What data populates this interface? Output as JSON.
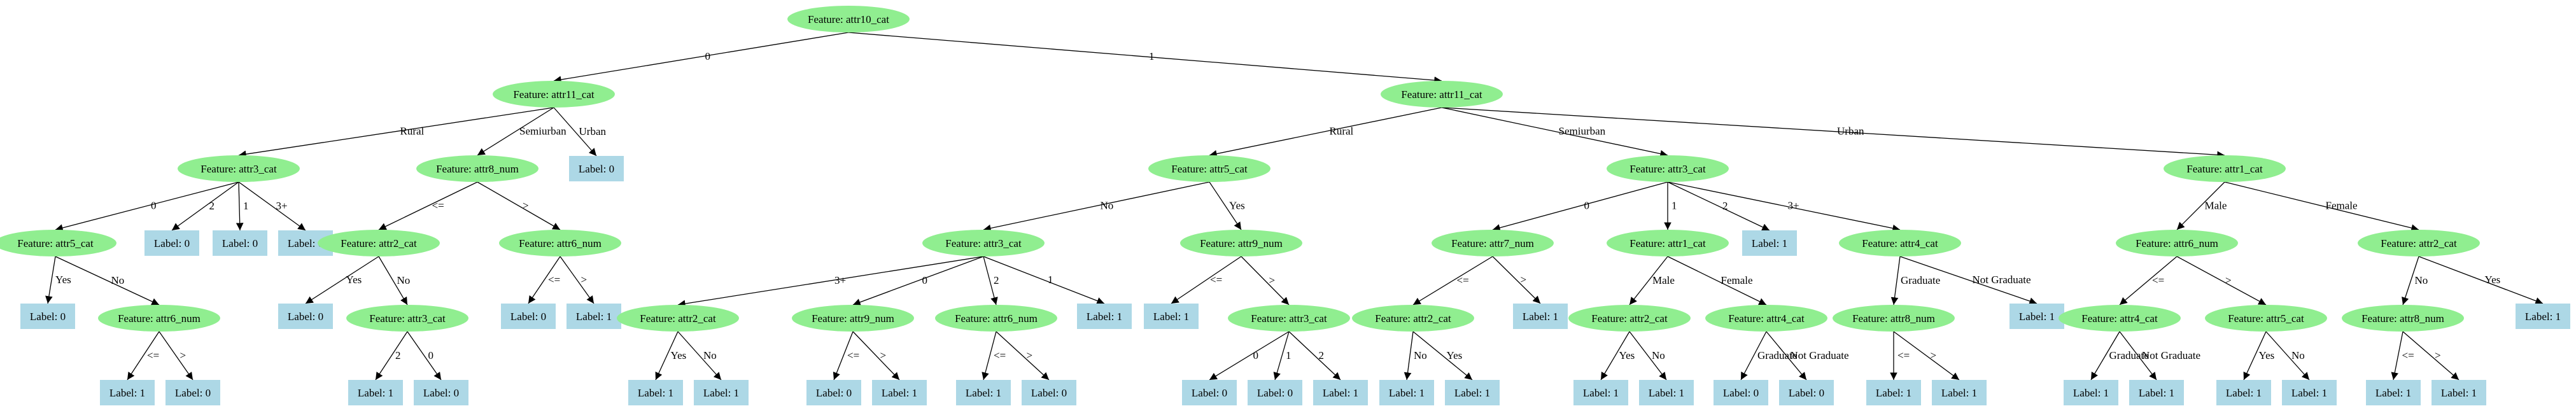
{
  "colors": {
    "feature_fill": "#90ee90",
    "leaf_fill": "#add8e6",
    "edge": "#000000",
    "background": "#ffffff"
  },
  "tree": {
    "nodes": [
      {
        "id": "n_root",
        "kind": "feature",
        "label": "Feature: attr10_cat"
      },
      {
        "id": "n_a",
        "kind": "feature",
        "label": "Feature: attr11_cat"
      },
      {
        "id": "n_b",
        "kind": "feature",
        "label": "Feature: attr11_cat"
      },
      {
        "id": "n_a1",
        "kind": "feature",
        "label": "Feature: attr3_cat"
      },
      {
        "id": "n_a2",
        "kind": "feature",
        "label": "Feature: attr8_num"
      },
      {
        "id": "n_a3",
        "kind": "leaf",
        "label": "Label: 0"
      },
      {
        "id": "n_a1a",
        "kind": "feature",
        "label": "Feature: attr5_cat"
      },
      {
        "id": "n_a1b",
        "kind": "leaf",
        "label": "Label: 0"
      },
      {
        "id": "n_a1c",
        "kind": "leaf",
        "label": "Label: 0"
      },
      {
        "id": "n_a1d",
        "kind": "leaf",
        "label": "Label: 0"
      },
      {
        "id": "n_a1a1",
        "kind": "leaf",
        "label": "Label: 0"
      },
      {
        "id": "n_a1a2",
        "kind": "feature",
        "label": "Feature: attr6_num"
      },
      {
        "id": "n_a1a2a",
        "kind": "leaf",
        "label": "Label: 1"
      },
      {
        "id": "n_a1a2b",
        "kind": "leaf",
        "label": "Label: 0"
      },
      {
        "id": "n_a2a",
        "kind": "feature",
        "label": "Feature: attr2_cat"
      },
      {
        "id": "n_a2b",
        "kind": "feature",
        "label": "Feature: attr6_num"
      },
      {
        "id": "n_a2a1",
        "kind": "leaf",
        "label": "Label: 0"
      },
      {
        "id": "n_a2a2",
        "kind": "feature",
        "label": "Feature: attr3_cat"
      },
      {
        "id": "n_a2a2a",
        "kind": "leaf",
        "label": "Label: 1"
      },
      {
        "id": "n_a2a2b",
        "kind": "leaf",
        "label": "Label: 0"
      },
      {
        "id": "n_a2b1",
        "kind": "leaf",
        "label": "Label: 0"
      },
      {
        "id": "n_a2b2",
        "kind": "leaf",
        "label": "Label: 1"
      },
      {
        "id": "n_b1",
        "kind": "feature",
        "label": "Feature: attr5_cat"
      },
      {
        "id": "n_b2",
        "kind": "feature",
        "label": "Feature: attr3_cat"
      },
      {
        "id": "n_b3",
        "kind": "feature",
        "label": "Feature: attr1_cat"
      },
      {
        "id": "n_b1a",
        "kind": "feature",
        "label": "Feature: attr3_cat"
      },
      {
        "id": "n_b1b",
        "kind": "feature",
        "label": "Feature: attr9_num"
      },
      {
        "id": "n_b1a1",
        "kind": "feature",
        "label": "Feature: attr2_cat"
      },
      {
        "id": "n_b1a2",
        "kind": "feature",
        "label": "Feature: attr9_num"
      },
      {
        "id": "n_b1a3",
        "kind": "feature",
        "label": "Feature: attr6_num"
      },
      {
        "id": "n_b1a4",
        "kind": "leaf",
        "label": "Label: 1"
      },
      {
        "id": "n_b1a1a",
        "kind": "leaf",
        "label": "Label: 1"
      },
      {
        "id": "n_b1a1b",
        "kind": "leaf",
        "label": "Label: 1"
      },
      {
        "id": "n_b1a2a",
        "kind": "leaf",
        "label": "Label: 0"
      },
      {
        "id": "n_b1a2b",
        "kind": "leaf",
        "label": "Label: 1"
      },
      {
        "id": "n_b1a3a",
        "kind": "leaf",
        "label": "Label: 1"
      },
      {
        "id": "n_b1a3b",
        "kind": "leaf",
        "label": "Label: 0"
      },
      {
        "id": "n_b1b1",
        "kind": "leaf",
        "label": "Label: 1"
      },
      {
        "id": "n_b1b2",
        "kind": "feature",
        "label": "Feature: attr3_cat"
      },
      {
        "id": "n_b1b2a",
        "kind": "leaf",
        "label": "Label: 0"
      },
      {
        "id": "n_b1b2b",
        "kind": "leaf",
        "label": "Label: 0"
      },
      {
        "id": "n_b1b2c",
        "kind": "leaf",
        "label": "Label: 1"
      },
      {
        "id": "n_b2a",
        "kind": "feature",
        "label": "Feature: attr7_num"
      },
      {
        "id": "n_b2b",
        "kind": "feature",
        "label": "Feature: attr1_cat"
      },
      {
        "id": "n_b2c",
        "kind": "leaf",
        "label": "Label: 1"
      },
      {
        "id": "n_b2d",
        "kind": "feature",
        "label": "Feature: attr4_cat"
      },
      {
        "id": "n_b2a1",
        "kind": "feature",
        "label": "Feature: attr2_cat"
      },
      {
        "id": "n_b2a2",
        "kind": "leaf",
        "label": "Label: 1"
      },
      {
        "id": "n_b2a1a",
        "kind": "leaf",
        "label": "Label: 1"
      },
      {
        "id": "n_b2a1b",
        "kind": "leaf",
        "label": "Label: 1"
      },
      {
        "id": "n_b2b1",
        "kind": "feature",
        "label": "Feature: attr2_cat"
      },
      {
        "id": "n_b2b2",
        "kind": "feature",
        "label": "Feature: attr4_cat"
      },
      {
        "id": "n_b2b1a",
        "kind": "leaf",
        "label": "Label: 1"
      },
      {
        "id": "n_b2b1b",
        "kind": "leaf",
        "label": "Label: 1"
      },
      {
        "id": "n_b2b2a",
        "kind": "leaf",
        "label": "Label: 0"
      },
      {
        "id": "n_b2b2b",
        "kind": "leaf",
        "label": "Label: 0"
      },
      {
        "id": "n_b2d1",
        "kind": "feature",
        "label": "Feature: attr8_num"
      },
      {
        "id": "n_b2d2",
        "kind": "leaf",
        "label": "Label: 1"
      },
      {
        "id": "n_b2d1a",
        "kind": "leaf",
        "label": "Label: 1"
      },
      {
        "id": "n_b2d1b",
        "kind": "leaf",
        "label": "Label: 1"
      },
      {
        "id": "n_b3a",
        "kind": "feature",
        "label": "Feature: attr6_num"
      },
      {
        "id": "n_b3b",
        "kind": "feature",
        "label": "Feature: attr2_cat"
      },
      {
        "id": "n_b3a1",
        "kind": "feature",
        "label": "Feature: attr4_cat"
      },
      {
        "id": "n_b3a2",
        "kind": "feature",
        "label": "Feature: attr5_cat"
      },
      {
        "id": "n_b3a1a",
        "kind": "leaf",
        "label": "Label: 1"
      },
      {
        "id": "n_b3a1b",
        "kind": "leaf",
        "label": "Label: 1"
      },
      {
        "id": "n_b3a2a",
        "kind": "leaf",
        "label": "Label: 1"
      },
      {
        "id": "n_b3a2b",
        "kind": "leaf",
        "label": "Label: 1"
      },
      {
        "id": "n_b3b1",
        "kind": "feature",
        "label": "Feature: attr8_num"
      },
      {
        "id": "n_b3b2",
        "kind": "leaf",
        "label": "Label: 1"
      },
      {
        "id": "n_b3b1a",
        "kind": "leaf",
        "label": "Label: 1"
      },
      {
        "id": "n_b3b1b",
        "kind": "leaf",
        "label": "Label: 1"
      }
    ],
    "edges": [
      {
        "from": "n_root",
        "to": "n_a",
        "label": "0"
      },
      {
        "from": "n_root",
        "to": "n_b",
        "label": "1"
      },
      {
        "from": "n_a",
        "to": "n_a1",
        "label": "Rural"
      },
      {
        "from": "n_a",
        "to": "n_a2",
        "label": "Semiurban"
      },
      {
        "from": "n_a",
        "to": "n_a3",
        "label": "Urban"
      },
      {
        "from": "n_a1",
        "to": "n_a1a",
        "label": "0"
      },
      {
        "from": "n_a1",
        "to": "n_a1b",
        "label": "2"
      },
      {
        "from": "n_a1",
        "to": "n_a1c",
        "label": "1"
      },
      {
        "from": "n_a1",
        "to": "n_a1d",
        "label": "3+"
      },
      {
        "from": "n_a1a",
        "to": "n_a1a1",
        "label": "Yes"
      },
      {
        "from": "n_a1a",
        "to": "n_a1a2",
        "label": "No"
      },
      {
        "from": "n_a1a2",
        "to": "n_a1a2a",
        "label": "<="
      },
      {
        "from": "n_a1a2",
        "to": "n_a1a2b",
        "label": ">"
      },
      {
        "from": "n_a2",
        "to": "n_a2a",
        "label": "<="
      },
      {
        "from": "n_a2",
        "to": "n_a2b",
        "label": ">"
      },
      {
        "from": "n_a2a",
        "to": "n_a2a1",
        "label": "Yes"
      },
      {
        "from": "n_a2a",
        "to": "n_a2a2",
        "label": "No"
      },
      {
        "from": "n_a2a2",
        "to": "n_a2a2a",
        "label": "2"
      },
      {
        "from": "n_a2a2",
        "to": "n_a2a2b",
        "label": "0"
      },
      {
        "from": "n_a2b",
        "to": "n_a2b1",
        "label": "<="
      },
      {
        "from": "n_a2b",
        "to": "n_a2b2",
        "label": ">"
      },
      {
        "from": "n_b",
        "to": "n_b1",
        "label": "Rural"
      },
      {
        "from": "n_b",
        "to": "n_b2",
        "label": "Semiurban"
      },
      {
        "from": "n_b",
        "to": "n_b3",
        "label": "Urban"
      },
      {
        "from": "n_b1",
        "to": "n_b1a",
        "label": "No"
      },
      {
        "from": "n_b1",
        "to": "n_b1b",
        "label": "Yes"
      },
      {
        "from": "n_b1a",
        "to": "n_b1a1",
        "label": "3+"
      },
      {
        "from": "n_b1a",
        "to": "n_b1a2",
        "label": "0"
      },
      {
        "from": "n_b1a",
        "to": "n_b1a3",
        "label": "2"
      },
      {
        "from": "n_b1a",
        "to": "n_b1a4",
        "label": "1"
      },
      {
        "from": "n_b1a1",
        "to": "n_b1a1a",
        "label": "Yes"
      },
      {
        "from": "n_b1a1",
        "to": "n_b1a1b",
        "label": "No"
      },
      {
        "from": "n_b1a2",
        "to": "n_b1a2a",
        "label": "<="
      },
      {
        "from": "n_b1a2",
        "to": "n_b1a2b",
        "label": ">"
      },
      {
        "from": "n_b1a3",
        "to": "n_b1a3a",
        "label": "<="
      },
      {
        "from": "n_b1a3",
        "to": "n_b1a3b",
        "label": ">"
      },
      {
        "from": "n_b1b",
        "to": "n_b1b1",
        "label": "<="
      },
      {
        "from": "n_b1b",
        "to": "n_b1b2",
        "label": ">"
      },
      {
        "from": "n_b1b2",
        "to": "n_b1b2a",
        "label": "0"
      },
      {
        "from": "n_b1b2",
        "to": "n_b1b2b",
        "label": "1"
      },
      {
        "from": "n_b1b2",
        "to": "n_b1b2c",
        "label": "2"
      },
      {
        "from": "n_b2",
        "to": "n_b2a",
        "label": "0"
      },
      {
        "from": "n_b2",
        "to": "n_b2b",
        "label": "1"
      },
      {
        "from": "n_b2",
        "to": "n_b2c",
        "label": "2"
      },
      {
        "from": "n_b2",
        "to": "n_b2d",
        "label": "3+"
      },
      {
        "from": "n_b2a",
        "to": "n_b2a1",
        "label": "<="
      },
      {
        "from": "n_b2a",
        "to": "n_b2a2",
        "label": ">"
      },
      {
        "from": "n_b2a1",
        "to": "n_b2a1a",
        "label": "No"
      },
      {
        "from": "n_b2a1",
        "to": "n_b2a1b",
        "label": "Yes"
      },
      {
        "from": "n_b2b",
        "to": "n_b2b1",
        "label": "Male"
      },
      {
        "from": "n_b2b",
        "to": "n_b2b2",
        "label": "Female"
      },
      {
        "from": "n_b2b1",
        "to": "n_b2b1a",
        "label": "Yes"
      },
      {
        "from": "n_b2b1",
        "to": "n_b2b1b",
        "label": "No"
      },
      {
        "from": "n_b2b2",
        "to": "n_b2b2a",
        "label": "Graduate"
      },
      {
        "from": "n_b2b2",
        "to": "n_b2b2b",
        "label": "Not Graduate"
      },
      {
        "from": "n_b2d",
        "to": "n_b2d1",
        "label": "Graduate"
      },
      {
        "from": "n_b2d",
        "to": "n_b2d2",
        "label": "Not Graduate"
      },
      {
        "from": "n_b2d1",
        "to": "n_b2d1a",
        "label": "<="
      },
      {
        "from": "n_b2d1",
        "to": "n_b2d1b",
        "label": ">"
      },
      {
        "from": "n_b3",
        "to": "n_b3a",
        "label": "Male"
      },
      {
        "from": "n_b3",
        "to": "n_b3b",
        "label": "Female"
      },
      {
        "from": "n_b3a",
        "to": "n_b3a1",
        "label": "<="
      },
      {
        "from": "n_b3a",
        "to": "n_b3a2",
        "label": ">"
      },
      {
        "from": "n_b3a1",
        "to": "n_b3a1a",
        "label": "Graduate"
      },
      {
        "from": "n_b3a1",
        "to": "n_b3a1b",
        "label": "Not Graduate"
      },
      {
        "from": "n_b3a2",
        "to": "n_b3a2a",
        "label": "Yes"
      },
      {
        "from": "n_b3a2",
        "to": "n_b3a2b",
        "label": "No"
      },
      {
        "from": "n_b3b",
        "to": "n_b3b1",
        "label": "No"
      },
      {
        "from": "n_b3b",
        "to": "n_b3b2",
        "label": "Yes"
      },
      {
        "from": "n_b3b1",
        "to": "n_b3b1a",
        "label": "<="
      },
      {
        "from": "n_b3b1",
        "to": "n_b3b1b",
        "label": ">"
      }
    ]
  }
}
